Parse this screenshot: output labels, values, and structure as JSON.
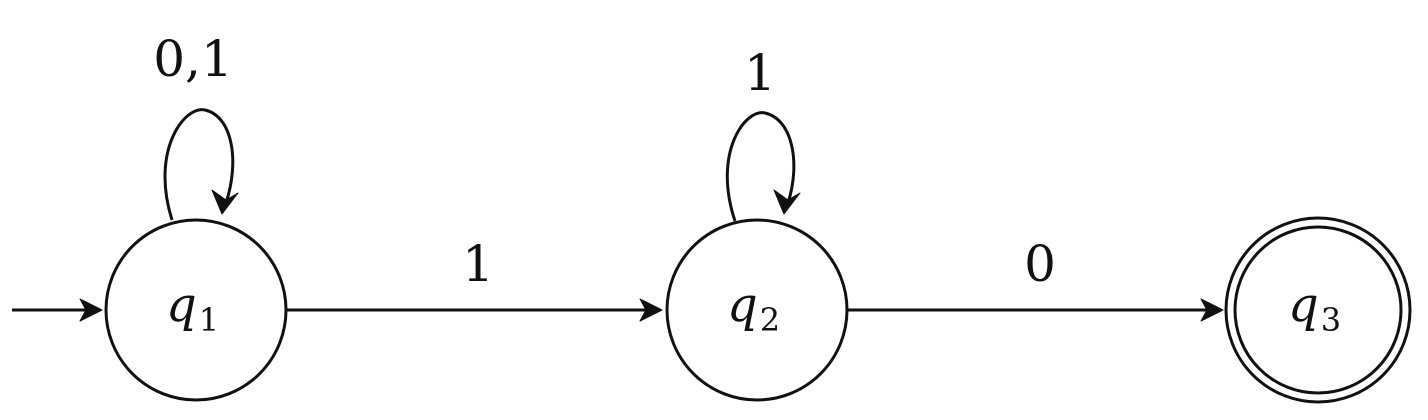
{
  "diagram": {
    "type": "finite-automaton",
    "start_state": "q1",
    "states": [
      {
        "id": "q1",
        "name": "q",
        "subscript": "1",
        "accepting": false
      },
      {
        "id": "q2",
        "name": "q",
        "subscript": "2",
        "accepting": false
      },
      {
        "id": "q3",
        "name": "q",
        "subscript": "3",
        "accepting": true
      }
    ],
    "transitions": [
      {
        "id": "t-q1-q1",
        "from": "q1",
        "to": "q1",
        "label": "0,1"
      },
      {
        "id": "t-q1-q2",
        "from": "q1",
        "to": "q2",
        "label": "1"
      },
      {
        "id": "t-q2-q2",
        "from": "q2",
        "to": "q2",
        "label": "1"
      },
      {
        "id": "t-q2-q3",
        "from": "q2",
        "to": "q3",
        "label": "0"
      }
    ]
  }
}
